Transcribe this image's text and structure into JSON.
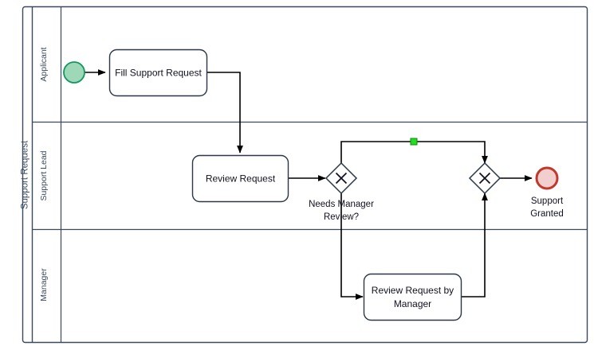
{
  "diagram": {
    "type": "bpmn-process-diagram",
    "pool": {
      "name": "Support Request"
    },
    "lanes": [
      {
        "id": "applicant",
        "label": "Applicant"
      },
      {
        "id": "support-lead",
        "label": "Support Lead"
      },
      {
        "id": "manager",
        "label": "Manager"
      }
    ],
    "nodes": {
      "start_event": {
        "label": "",
        "kind": "start-event"
      },
      "task_fill": {
        "label": "Fill Support Request",
        "kind": "task"
      },
      "task_review": {
        "label": "Review Request",
        "kind": "task"
      },
      "gateway_decision": {
        "label_line1": "Needs Manager",
        "label_line2": "Review?",
        "kind": "exclusive-gateway"
      },
      "gateway_merge": {
        "label": "",
        "kind": "exclusive-gateway"
      },
      "task_review_manager": {
        "label_line1": "Review Request by",
        "label_line2": "Manager",
        "kind": "task"
      },
      "end_event": {
        "label_line1": "Support",
        "label_line2": "Granted",
        "kind": "end-event"
      }
    },
    "selection_handle": {
      "present": true,
      "color": "#22dd22"
    },
    "colors": {
      "start_stroke": "#11995e",
      "start_fill": "#9ed8b8",
      "end_stroke": "#c0392b",
      "end_fill": "#f2cfcf",
      "node_stroke": "#2b3648",
      "node_fill": "#ffffff",
      "pool_stroke": "#3a4a5e",
      "flow_stroke": "#000000",
      "canvas_bg": "#ffffff"
    }
  }
}
